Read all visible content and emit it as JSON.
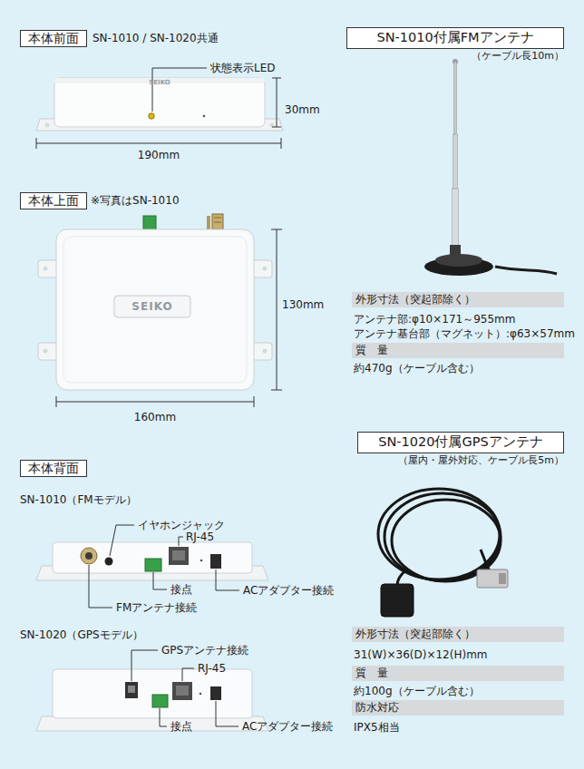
{
  "diagram": {
    "nodes": [
      {
        "text": [
          "本体前面"
        ]
      },
      {
        "text": [
          "本体上面"
        ]
      },
      {
        "text": [
          "本体背面"
        ]
      },
      {
        "text": [
          "SN-1010付属FMアンテナ"
        ]
      },
      {
        "text": [
          "外形寸法（突起部除く）"
        ]
      },
      {
        "text": [
          "質　量"
        ]
      },
      {
        "text": [
          "SN-1020付属GPSアンテナ"
        ]
      },
      {
        "text": [
          "外形寸法（突起部除く）"
        ]
      },
      {
        "text": [
          "質　量"
        ]
      },
      {
        "text": [
          "防水対応"
        ]
      }
    ],
    "labels": [
      "SN-1010 / SN-1020共通",
      "SEIKO",
      "状態表示LED",
      "30mm",
      "190mm",
      "※写真はSN-1010",
      "SEIKO",
      "130mm",
      "160mm",
      "SN-1010（FMモデル）",
      "イヤホンジャック",
      "RJ-45",
      "接点",
      "FMアンテナ接続",
      "ACアダプター接続",
      "SN-1020（GPSモデル）",
      "GPSアンテナ接続",
      "RJ-45",
      "接点",
      "ACアダプター接続",
      "（ケーブル長10m）",
      "アンテナ部:φ10×171～955mm",
      "アンテナ基台部（マグネット）:φ63×57mm",
      "約470g（ケーブル含む）",
      "（屋内・屋外対応、ケーブル長5m）",
      "31(W)×36(D)×12(H)mm",
      "約100g（ケーブル含む）",
      "IPX5相当"
    ]
  }
}
